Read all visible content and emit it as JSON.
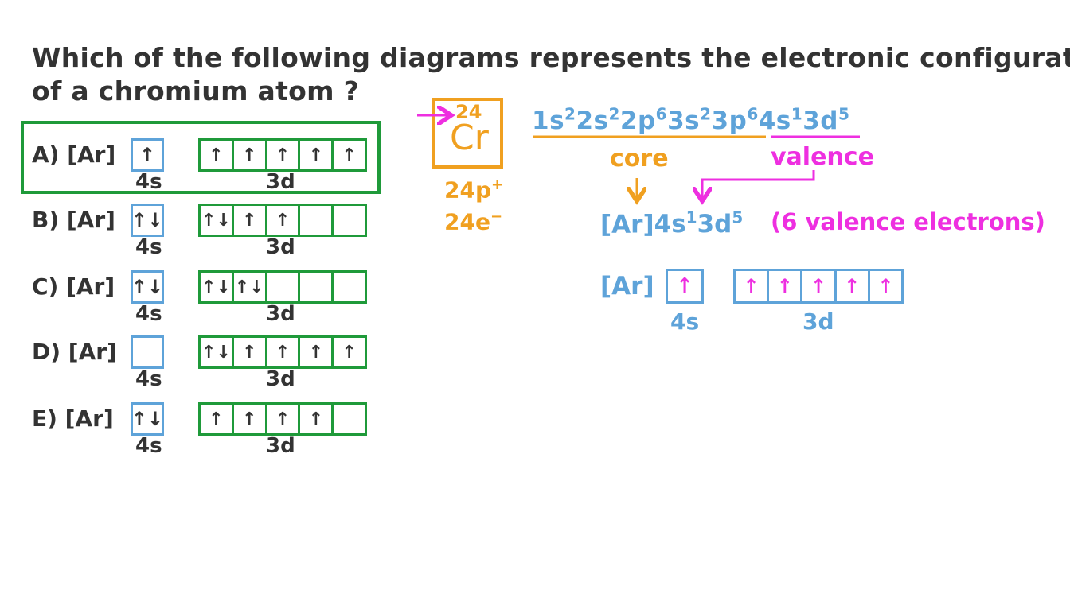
{
  "question": {
    "line1": "Which of the following diagrams represents the electronic configuration",
    "line2": "of a chromium atom ?"
  },
  "options": [
    {
      "label": "A) [Ar]",
      "s4": "↑",
      "d3": [
        "↑",
        "↑",
        "↑",
        "↑",
        "↑"
      ],
      "s_label": "4s",
      "d_label": "3d",
      "highlighted": true
    },
    {
      "label": "B) [Ar]",
      "s4": "↑↓",
      "d3": [
        "↑↓",
        "↑",
        "↑",
        "",
        ""
      ],
      "s_label": "4s",
      "d_label": "3d",
      "highlighted": false
    },
    {
      "label": "C) [Ar]",
      "s4": "↑↓",
      "d3": [
        "↑↓",
        "↑↓",
        "",
        "",
        ""
      ],
      "s_label": "4s",
      "d_label": "3d",
      "highlighted": false
    },
    {
      "label": "D) [Ar]",
      "s4": "",
      "d3": [
        "↑↓",
        "↑",
        "↑",
        "↑",
        "↑"
      ],
      "s_label": "4s",
      "d_label": "3d",
      "highlighted": false
    },
    {
      "label": "E) [Ar]",
      "s4": "↑↓",
      "d3": [
        "↑",
        "↑",
        "↑",
        "↑",
        ""
      ],
      "s_label": "4s",
      "d_label": "3d",
      "highlighted": false
    }
  ],
  "element": {
    "atomic_number": "24",
    "symbol": "Cr",
    "protons": "24p",
    "protons_charge": "+",
    "electrons": "24e",
    "electrons_charge": "−"
  },
  "configuration": {
    "terms": [
      {
        "base": "1s",
        "exp": "2"
      },
      {
        "base": "2s",
        "exp": "2"
      },
      {
        "base": "2p",
        "exp": "6"
      },
      {
        "base": "3s",
        "exp": "2"
      },
      {
        "base": "3p",
        "exp": "6"
      },
      {
        "base": "4s",
        "exp": "1"
      },
      {
        "base": "3d",
        "exp": "5"
      }
    ],
    "core_label": "core",
    "valence_label": "valence"
  },
  "short_config": {
    "prefix": "[Ar]",
    "terms": [
      {
        "base": "4s",
        "exp": "1"
      },
      {
        "base": "3d",
        "exp": "5"
      }
    ],
    "valence_count": "(6 valence electrons)"
  },
  "orbital_diagram": {
    "prefix": "[Ar]",
    "s4": "↑",
    "d3": [
      "↑",
      "↑",
      "↑",
      "↑",
      "↑"
    ],
    "s_label": "4s",
    "d_label": "3d"
  },
  "colors": {
    "text": "#333333",
    "blue": "#5ea3d9",
    "green": "#1f9a3a",
    "orange": "#f0a020",
    "magenta": "#ee2fe0"
  }
}
